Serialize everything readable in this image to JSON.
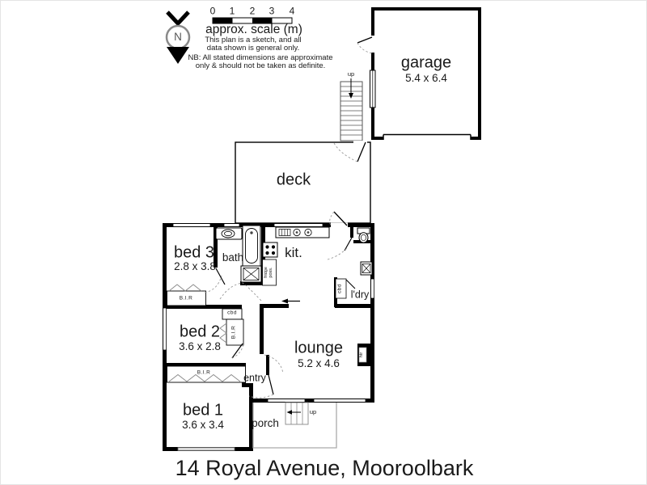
{
  "header": {
    "compass_letter": "N",
    "scale": {
      "ticks": [
        "0",
        "1",
        "2",
        "3",
        "4"
      ],
      "label": "approx. scale (m)"
    },
    "disclaimer": {
      "line1": "This plan is a sketch, and all",
      "line2": "data shown is general only.",
      "line3": "NB: All stated dimensions are approximate",
      "line4": "only & should not be taken as definite."
    }
  },
  "rooms": {
    "garage": {
      "name": "garage",
      "dims": "5.4 x 6.4"
    },
    "deck": {
      "name": "deck"
    },
    "bed3": {
      "name": "bed 3",
      "dims": "2.8 x 3.8"
    },
    "bath": {
      "name": "bath"
    },
    "kitchen": {
      "name": "kit."
    },
    "laundry": {
      "name": "l'dry"
    },
    "bed2": {
      "name": "bed 2",
      "dims": "3.6 x 2.8"
    },
    "lounge": {
      "name": "lounge",
      "dims": "5.2 x 4.6"
    },
    "bed1": {
      "name": "bed 1",
      "dims": "3.6 x 3.4"
    },
    "entry": {
      "name": "entry"
    },
    "porch": {
      "name": "porch"
    }
  },
  "labels": {
    "bir": "B.I.R",
    "cbd": "cbd",
    "fridge_line1": "fridge",
    "fridge_line2": "poss.",
    "heater": "htr",
    "up": "up"
  },
  "footer": {
    "address": "14 Royal Avenue, Mooroolbark"
  }
}
